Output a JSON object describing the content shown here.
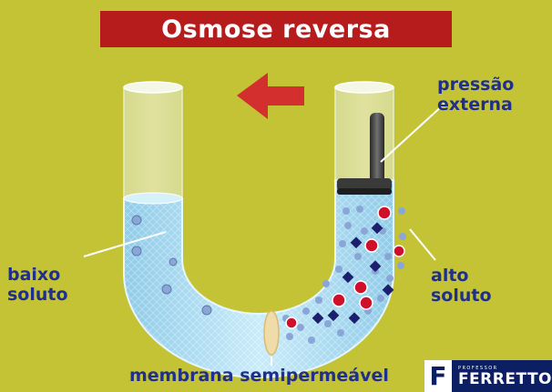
{
  "title": "Osmose reversa",
  "labels": {
    "pressure_line1": "pressão",
    "pressure_line2": "externa",
    "low_line1": "baixo",
    "low_line2": "soluto",
    "high_line1": "alto",
    "high_line2": "soluto",
    "membrane": "membrana semipermeável"
  },
  "logo": {
    "letter": "F",
    "small_text": "PROFESSOR",
    "name": "FERRETTO"
  },
  "colors": {
    "background": "#c4c336",
    "title_bar": "#b71c1c",
    "label_text": "#1f2f8a",
    "arrow": "#d32f2f",
    "water": "#a9d9f0",
    "solvent_particle": "#8aa6d6",
    "solute_red": "#d0102a",
    "solute_navy": "#1b1f6e"
  },
  "icons": {
    "arrow": "left-arrow-icon",
    "piston": "piston-icon"
  }
}
